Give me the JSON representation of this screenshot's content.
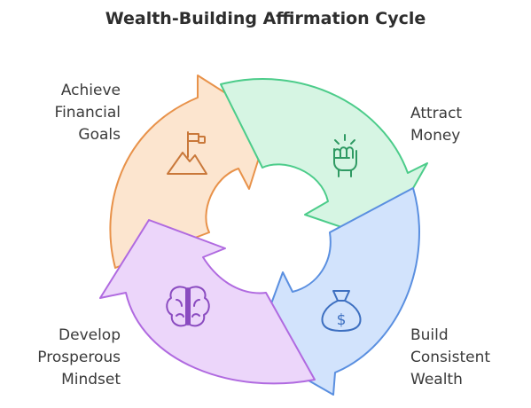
{
  "title": "Wealth-Building Affirmation Cycle",
  "stages": [
    {
      "key": "goals",
      "lines": [
        "Achieve",
        "Financial",
        "Goals"
      ],
      "icon": "flag-mountain-icon",
      "fill": "#fce5cf",
      "stroke": "#e8924a",
      "icon_color": "#c9783a"
    },
    {
      "key": "money",
      "lines": [
        "Attract",
        "Money"
      ],
      "icon": "raised-fist-icon",
      "fill": "#d6f5e3",
      "stroke": "#4ccc8a",
      "icon_color": "#2f9a63"
    },
    {
      "key": "wealth",
      "lines": [
        "Build",
        "Consistent",
        "Wealth"
      ],
      "icon": "money-bag-icon",
      "fill": "#d2e3fc",
      "stroke": "#5a8fe0",
      "icon_color": "#3d6fc0"
    },
    {
      "key": "mindset",
      "lines": [
        "Develop",
        "Prosperous",
        "Mindset"
      ],
      "icon": "brain-icon",
      "fill": "#ecd6fa",
      "stroke": "#b06ae0",
      "icon_color": "#8a4bc0"
    }
  ]
}
